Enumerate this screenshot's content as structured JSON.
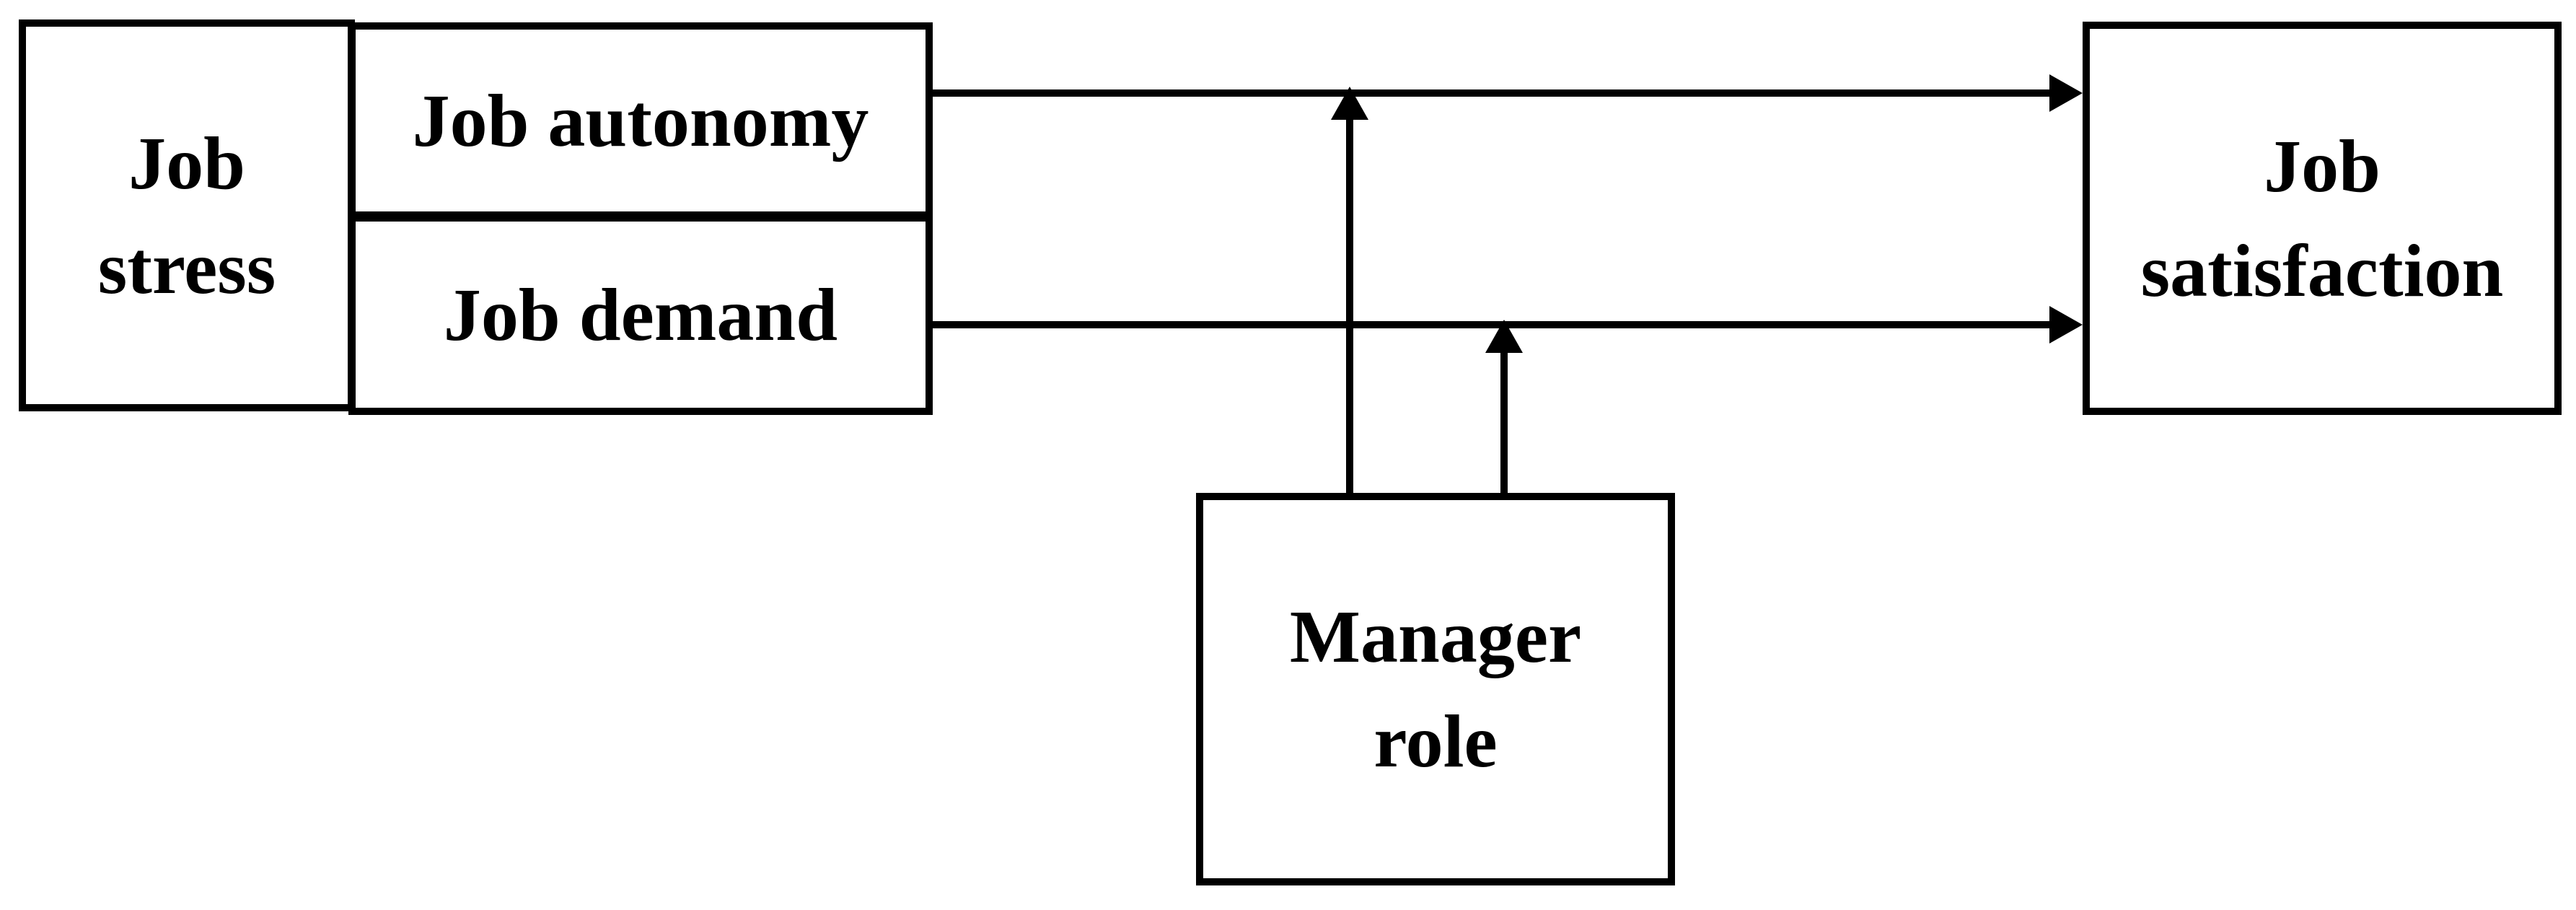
{
  "colors": {
    "ink": "#000000",
    "background": "#ffffff"
  },
  "nodes": {
    "job_stress": {
      "lines": [
        "Job",
        "stress"
      ]
    },
    "job_autonomy": {
      "lines": [
        "Job autonomy"
      ]
    },
    "job_demand": {
      "lines": [
        "Job demand"
      ]
    },
    "job_satisfaction": {
      "lines": [
        "Job",
        "satisfaction"
      ]
    },
    "manager_role": {
      "lines": [
        "Manager",
        "role"
      ]
    }
  },
  "edges": [
    {
      "id": "autonomy-to-satisfaction",
      "from": "job_autonomy",
      "to": "job_satisfaction",
      "direction": "right"
    },
    {
      "id": "demand-to-satisfaction",
      "from": "job_demand",
      "to": "job_satisfaction",
      "direction": "right"
    },
    {
      "id": "manager-moderates-autonomy-path",
      "from": "manager_role",
      "to": "autonomy-to-satisfaction",
      "direction": "up"
    },
    {
      "id": "manager-moderates-demand-path",
      "from": "manager_role",
      "to": "demand-to-satisfaction",
      "direction": "up"
    }
  ]
}
